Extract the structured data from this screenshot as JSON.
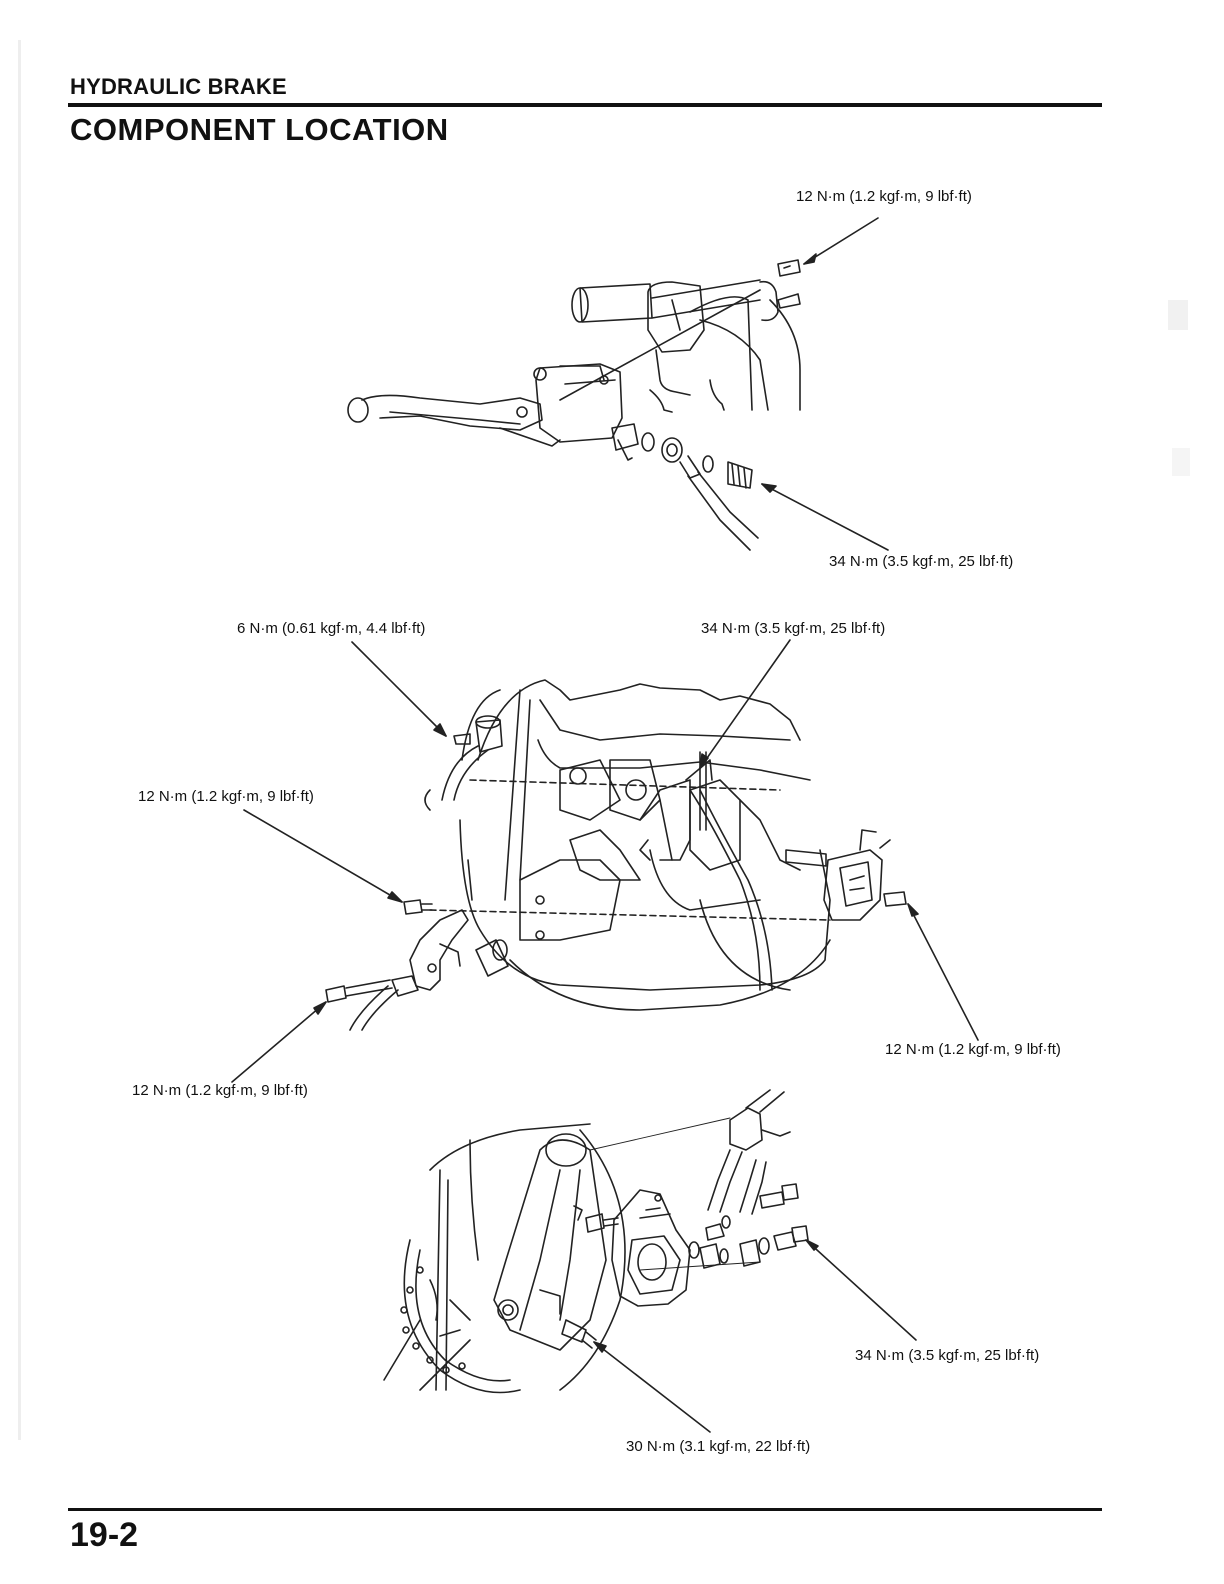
{
  "header": {
    "section": "HYDRAULIC BRAKE",
    "title": "COMPONENT LOCATION"
  },
  "footer": {
    "page_number": "19-2"
  },
  "torque_specs": {
    "master_cylinder_holder": "12 N·m (1.2 kgf·m, 9 lbf·ft)",
    "master_cylinder_brake_hose_bolt": "34 N·m (3.5 kgf·m, 25 lbf·ft)",
    "reservoir_hose_clamp": "6 N·m (0.61 kgf·m, 4.4 lbf·ft)",
    "rear_master_brake_hose_bolt": "34 N·m (3.5 kgf·m, 25 lbf·ft)",
    "pedal_mount_bolt": "12 N·m (1.2 kgf·m, 9 lbf·ft)",
    "pushrod_lock_bolt": "12 N·m (1.2 kgf·m, 9 lbf·ft)",
    "rear_caliper_bolt": "12 N·m (1.2 kgf·m, 9 lbf·ft)",
    "front_caliper_brake_hose_bolt": "34 N·m (3.5 kgf·m, 25 lbf·ft)",
    "front_caliper_mount_bolt": "30 N·m (3.1 kgf·m, 22 lbf·ft)"
  }
}
